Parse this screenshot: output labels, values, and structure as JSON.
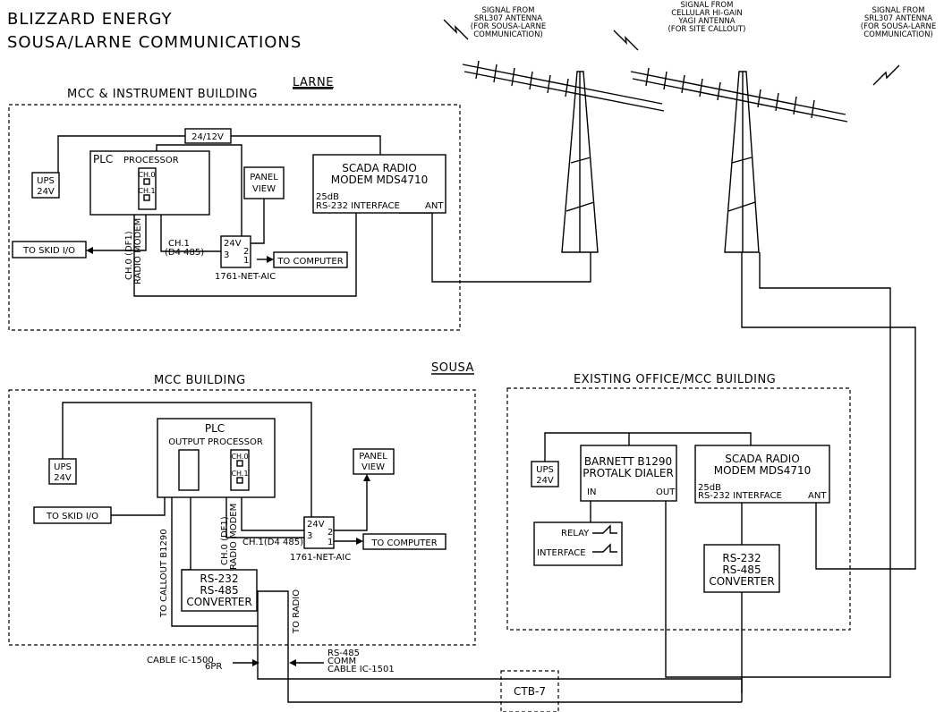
{
  "title": {
    "line1": "BLIZZARD ENERGY",
    "line2": "SOUSA/LARNE COMMUNICATIONS"
  },
  "antennas": {
    "signal_1": [
      "SIGNAL FROM",
      "SRL307 ANTENNA",
      "(FOR SOUSA-LARNE",
      "COMMUNICATION)"
    ],
    "signal_2": [
      "SIGNAL FROM",
      "CELLULAR HI-GAIN",
      "YAGI ANTENNA",
      "(FOR SITE CALLOUT)"
    ],
    "signal_3": [
      "SIGNAL FROM",
      "SRL307 ANTENNA",
      "(FOR SOUSA-LARNE",
      "COMMUNICATION)"
    ]
  },
  "larne": {
    "site_label": "LARNE",
    "building_label": "MCC & INSTRUMENT BUILDING",
    "power": "24/12V",
    "ups": [
      "UPS",
      "24V"
    ],
    "plc": "PLC",
    "processor": "PROCESSOR",
    "ch0": "CH.0",
    "ch1": "CH.1",
    "panel_view": [
      "PANEL",
      "VIEW"
    ],
    "scada": [
      "SCADA RADIO",
      "MODEM MDS4710"
    ],
    "scada_25db": "25dB",
    "scada_interface": "RS-232  INTERFACE",
    "ant": "ANT",
    "to_skid": "TO SKID I/O",
    "ch1_label": [
      "CH.1",
      "(D4 485)"
    ],
    "ch0_label": [
      "CH.0 (DF1)",
      "RADIO MODEM"
    ],
    "aic_24v": "24V",
    "aic_2": "2",
    "aic_3": "3",
    "aic_1": "1",
    "to_computer": "TO COMPUTER",
    "aic_label": "1761-NET-AIC"
  },
  "sousa": {
    "site_label": "SOUSA",
    "building_label": "MCC  BUILDING",
    "ups": [
      "UPS",
      "24V"
    ],
    "plc": "PLC",
    "output_processor": "OUTPUT  PROCESSOR",
    "ch0": "CH.0",
    "ch1": "CH.1",
    "panel_view": [
      "PANEL",
      "VIEW"
    ],
    "to_skid": "TO SKID I/O",
    "ch0_label": [
      "CH.0 (DF1)",
      "RADIO MODEM"
    ],
    "ch1_label": "CH.1(D4 485)",
    "aic_24v": "24V",
    "aic_2": "2",
    "aic_3": "3",
    "aic_1": "1",
    "to_computer": "TO COMPUTER",
    "aic_label": "1761-NET-AIC",
    "converter": [
      "RS-232",
      "RS-485",
      "CONVERTER"
    ],
    "to_callout": "TO CALLOUT B1290",
    "to_radio": "TO RADIO"
  },
  "office": {
    "building_label": "EXISTING OFFICE/MCC BUILDING",
    "ups": [
      "UPS",
      "24V"
    ],
    "dialer": [
      "BARNETT B1290",
      "PROTALK DIALER"
    ],
    "dialer_in": "IN",
    "dialer_out": "OUT",
    "scada": [
      "SCADA RADIO",
      "MODEM MDS4710"
    ],
    "scada_25db": "25dB",
    "scada_interface": "RS-232  INTERFACE",
    "ant": "ANT",
    "relay": "RELAY",
    "interface": "INTERFACE",
    "converter": [
      "RS-232",
      "RS-485",
      "CONVERTER"
    ]
  },
  "cables": {
    "cable1": [
      "CABLE IC-1500",
      "6PR"
    ],
    "cable2": [
      "RS-485",
      "COMM",
      "CABLE IC-1501"
    ],
    "ctb": "CTB-7"
  }
}
